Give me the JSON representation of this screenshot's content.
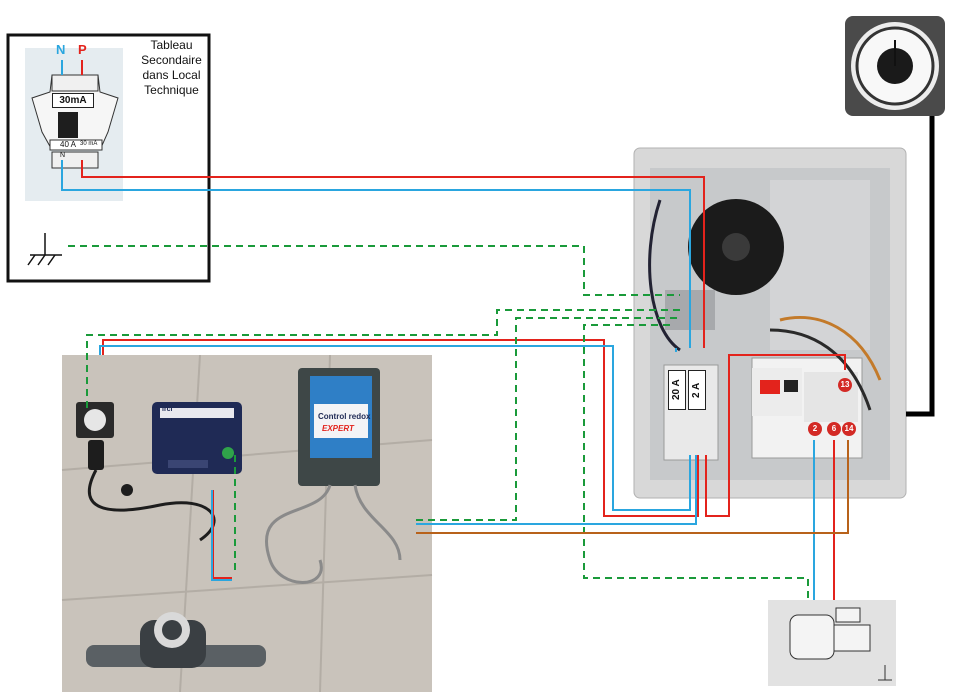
{
  "breaker_panel": {
    "title_lines": [
      "Tableau",
      "Secondaire",
      "dans Local",
      "Technique"
    ],
    "neutral_label": "N",
    "phase_label": "P",
    "rcd_label": "30mA",
    "breaker_rating": "40 A",
    "breaker_sub": "30 mA",
    "terminal_n": "N"
  },
  "control_box": {
    "breaker_1": "20 A",
    "breaker_2": "2 A",
    "terminals": [
      "13",
      "2",
      "6",
      "14"
    ]
  },
  "devices": {
    "electrolyser_brand": "ircl",
    "redox_title": "Control redox",
    "redox_sub": "EXPERT"
  },
  "colors": {
    "phase": "#e3231c",
    "neutral": "#2aa6df",
    "earth": "#1a9a3a",
    "signal": "#b8621a",
    "timer_link": "#000000"
  }
}
